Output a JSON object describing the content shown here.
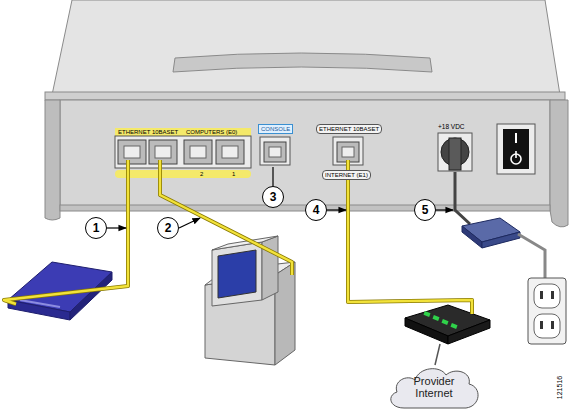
{
  "diagram": {
    "nodes": [
      {
        "text": [
          "1"
        ]
      },
      {
        "text": [
          "2"
        ]
      },
      {
        "text": [
          "3"
        ]
      },
      {
        "text": [
          "4"
        ]
      },
      {
        "text": [
          "5"
        ]
      },
      {
        "text": [
          "Provider Internet"
        ]
      }
    ],
    "labels": [
      "ETHERNET 10BASET",
      "COMPUTERS (E0)",
      "2",
      "1",
      "CONSOLE",
      "ETHERNET 10BASET",
      "INTERNET (E1)",
      "+18 VDC",
      "121516"
    ]
  }
}
